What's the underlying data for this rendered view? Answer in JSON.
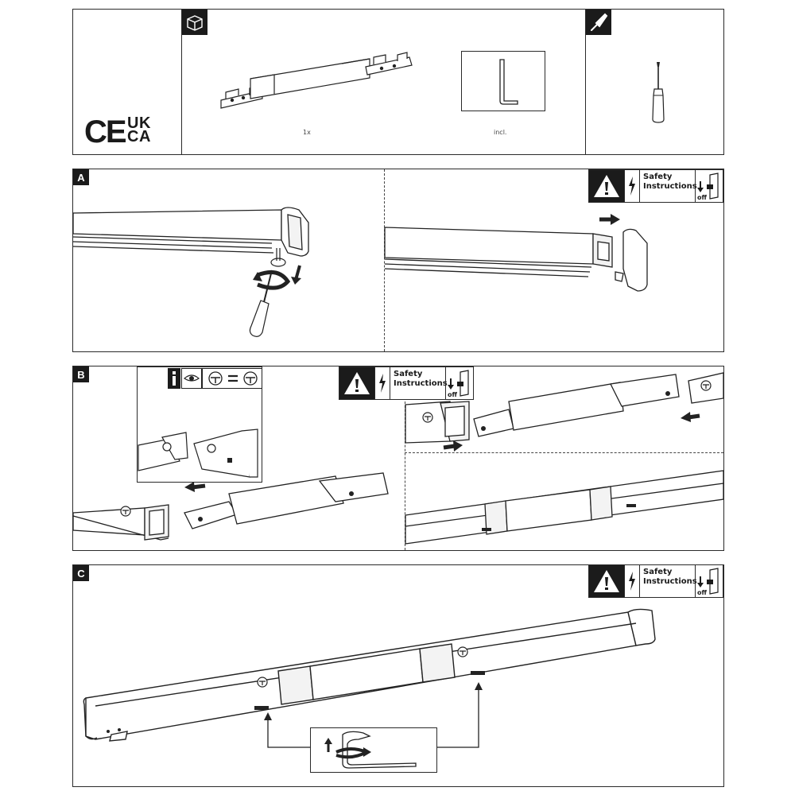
{
  "header": {
    "marks": {
      "ce": "CE",
      "ukca_top": "UK",
      "ukca_bottom": "CA"
    },
    "contents": [
      {
        "quantity": "1x"
      },
      {
        "quantity": "incl."
      }
    ],
    "icons": {
      "box": "box-icon",
      "tool": "screwdriver-icon"
    }
  },
  "steps": [
    {
      "tag": "A"
    },
    {
      "tag": "B"
    },
    {
      "tag": "C"
    }
  ],
  "safety": {
    "line1": "Safety",
    "line2": "Instructions",
    "off": "off"
  }
}
